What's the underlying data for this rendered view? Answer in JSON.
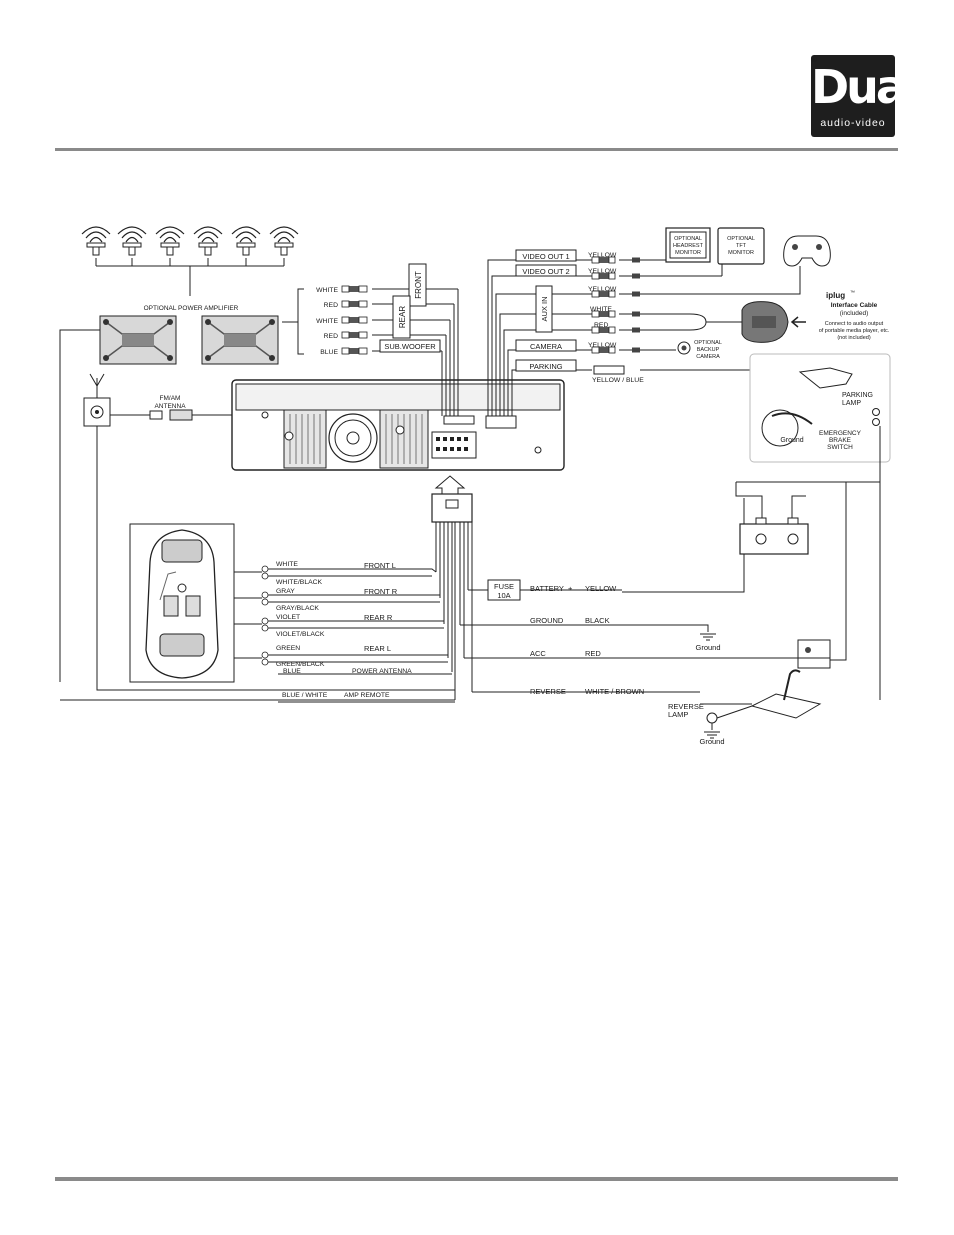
{
  "brand": {
    "name": "Dual",
    "tagline": "audio-video",
    "reg": "®"
  },
  "labels": {
    "amp": "OPTIONAL POWER AMPLIFIER",
    "antenna_1": "FM/AM",
    "antenna_2": "ANTENNA",
    "front": "FRONT",
    "rear": "REAR",
    "subwoofer": "SUB.WOOFER",
    "aux_in": "AUX IN",
    "video_out_1": "VIDEO OUT 1",
    "video_out_2": "VIDEO OUT 2",
    "camera": "CAMERA",
    "parking": "PARKING",
    "headrest_1": "OPTIONAL",
    "headrest_2": "HEADREST",
    "headrest_3": "MONITOR",
    "tft_1": "OPTIONAL",
    "tft_2": "TFT",
    "tft_3": "MONITOR",
    "iplug": "iplug",
    "iplug_tm": "™",
    "iface_1": "Interface Cable",
    "iface_2": "(included)",
    "iface_3": "Connect to audio output",
    "iface_4": "of portable media player, etc.",
    "iface_5": "(not included)",
    "backup_1": "OPTIONAL",
    "backup_2": "BACKUP",
    "backup_3": "CAMERA",
    "parking_lamp_1": "PARKING",
    "parking_lamp_2": "LAMP",
    "ground": "Ground",
    "ebrake_1": "EMERGENCY",
    "ebrake_2": "BRAKE",
    "ebrake_3": "SWITCH",
    "fuse_1": "FUSE",
    "fuse_2": "10A",
    "battery": "BATTERY",
    "battery_plus": "+",
    "ground_wire": "GROUND",
    "acc": "ACC",
    "reverse": "REVERSE",
    "reverse_lamp_1": "REVERSE",
    "reverse_lamp_2": "LAMP",
    "front_l": "FRONT  L",
    "front_r": "FRONT  R",
    "rear_r": "REAR  R",
    "rear_l": "REAR  L",
    "power_antenna": "POWER ANTENNA",
    "amp_remote": "AMP REMOTE"
  },
  "rca_left": [
    {
      "color": "WHITE"
    },
    {
      "color": "RED"
    },
    {
      "color": "WHITE"
    },
    {
      "color": "RED"
    },
    {
      "color": "BLUE"
    }
  ],
  "rca_right": [
    {
      "color": "YELLOW"
    },
    {
      "color": "YELLOW"
    },
    {
      "color": "YELLOW"
    },
    {
      "color": "WHITE"
    },
    {
      "color": "RED"
    },
    {
      "color": "YELLOW"
    },
    {
      "color": "YELLOW / BLUE"
    }
  ],
  "speaker_wires": [
    {
      "pos": "WHITE",
      "neg": "WHITE/BLACK"
    },
    {
      "pos": "GRAY",
      "neg": "GRAY/BLACK"
    },
    {
      "pos": "VIOLET",
      "neg": "VIOLET/BLACK"
    },
    {
      "pos": "GREEN",
      "neg": "GREEN/BLACK"
    },
    {
      "pos": "BLUE",
      "neg": ""
    },
    {
      "pos": "BLUE / WHITE",
      "neg": ""
    }
  ],
  "power_wires": {
    "battery": "YELLOW",
    "ground": "BLACK",
    "acc": "RED",
    "reverse": "WHITE / BROWN"
  }
}
